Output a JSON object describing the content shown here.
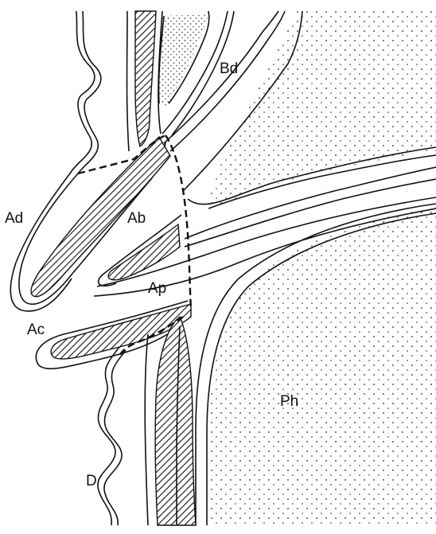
{
  "diagram": {
    "labels": {
      "bd": "Bd",
      "ad": "Ad",
      "ab": "Ab",
      "ap": "Ap",
      "ac": "Ac",
      "ph": "Ph",
      "d": "D"
    },
    "colors": {
      "ink": "#111111",
      "background": "#ffffff",
      "stipple": "#222222"
    }
  }
}
